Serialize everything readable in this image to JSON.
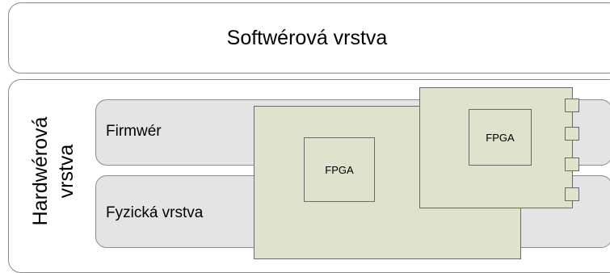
{
  "software_layer": {
    "label": "Softwérová vrstva"
  },
  "hardware_layer": {
    "label_line1": "Hardwérová",
    "label_line2": "vrstva",
    "firmware": "Firmwér",
    "physical": "Fyzická vrstva"
  },
  "boards": {
    "main_chip": "FPGA",
    "second_chip": "FPGA"
  },
  "colors": {
    "border": "#8a8a8a",
    "band_fill": "#e4e4e4",
    "board_fill": "#dfe3cc"
  }
}
